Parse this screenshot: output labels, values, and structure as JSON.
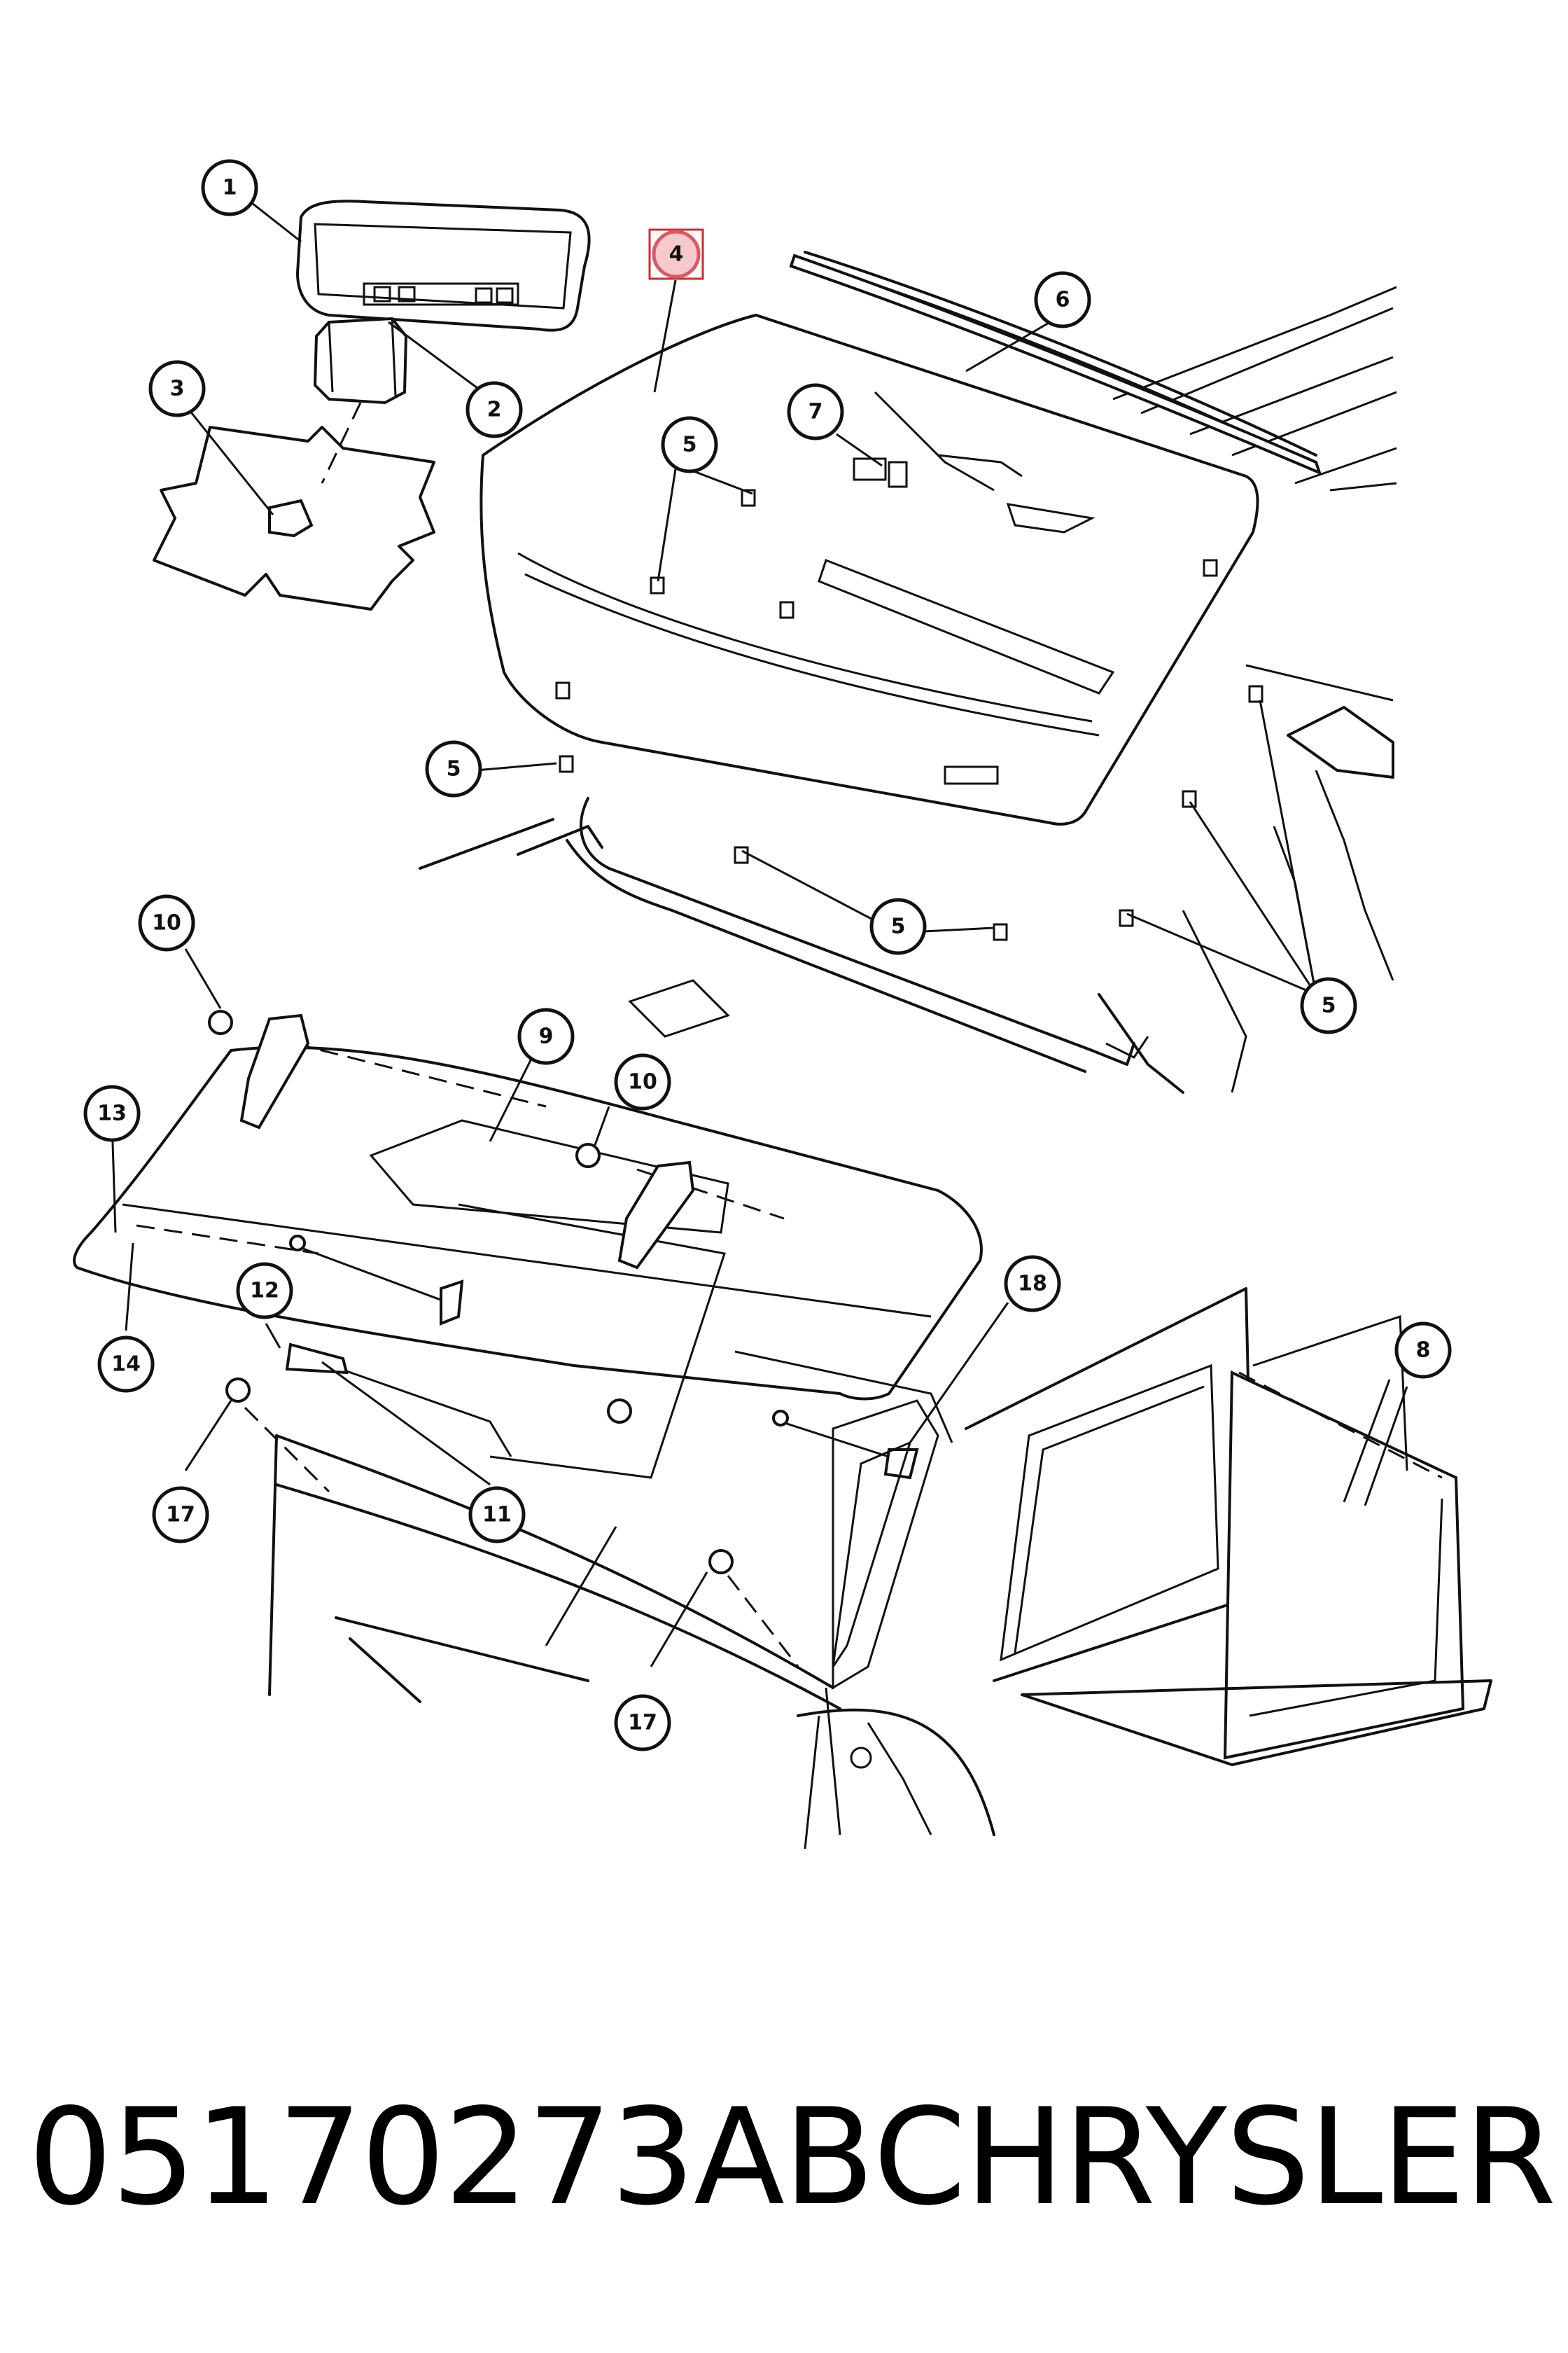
{
  "callouts": [
    {
      "id": "c1",
      "label": "1"
    },
    {
      "id": "c2",
      "label": "2"
    },
    {
      "id": "c3",
      "label": "3"
    },
    {
      "id": "c4",
      "label": "4",
      "highlighted": true
    },
    {
      "id": "c5a",
      "label": "5"
    },
    {
      "id": "c5b",
      "label": "5"
    },
    {
      "id": "c5c",
      "label": "5"
    },
    {
      "id": "c5d",
      "label": "5"
    },
    {
      "id": "c6",
      "label": "6"
    },
    {
      "id": "c7",
      "label": "7"
    },
    {
      "id": "c8",
      "label": "8"
    },
    {
      "id": "c9",
      "label": "9"
    },
    {
      "id": "c10a",
      "label": "10"
    },
    {
      "id": "c10b",
      "label": "10"
    },
    {
      "id": "c11",
      "label": "11"
    },
    {
      "id": "c12",
      "label": "12"
    },
    {
      "id": "c13",
      "label": "13"
    },
    {
      "id": "c14",
      "label": "14"
    },
    {
      "id": "c17a",
      "label": "17"
    },
    {
      "id": "c17b",
      "label": "17"
    },
    {
      "id": "c18",
      "label": "18"
    }
  ],
  "footer": {
    "part_number": "05170273AB",
    "brand": "CHRYSLER"
  },
  "colors": {
    "line": "#111111",
    "highlight_fill": "#f6c9cd",
    "highlight_border": "#d22b2b"
  }
}
